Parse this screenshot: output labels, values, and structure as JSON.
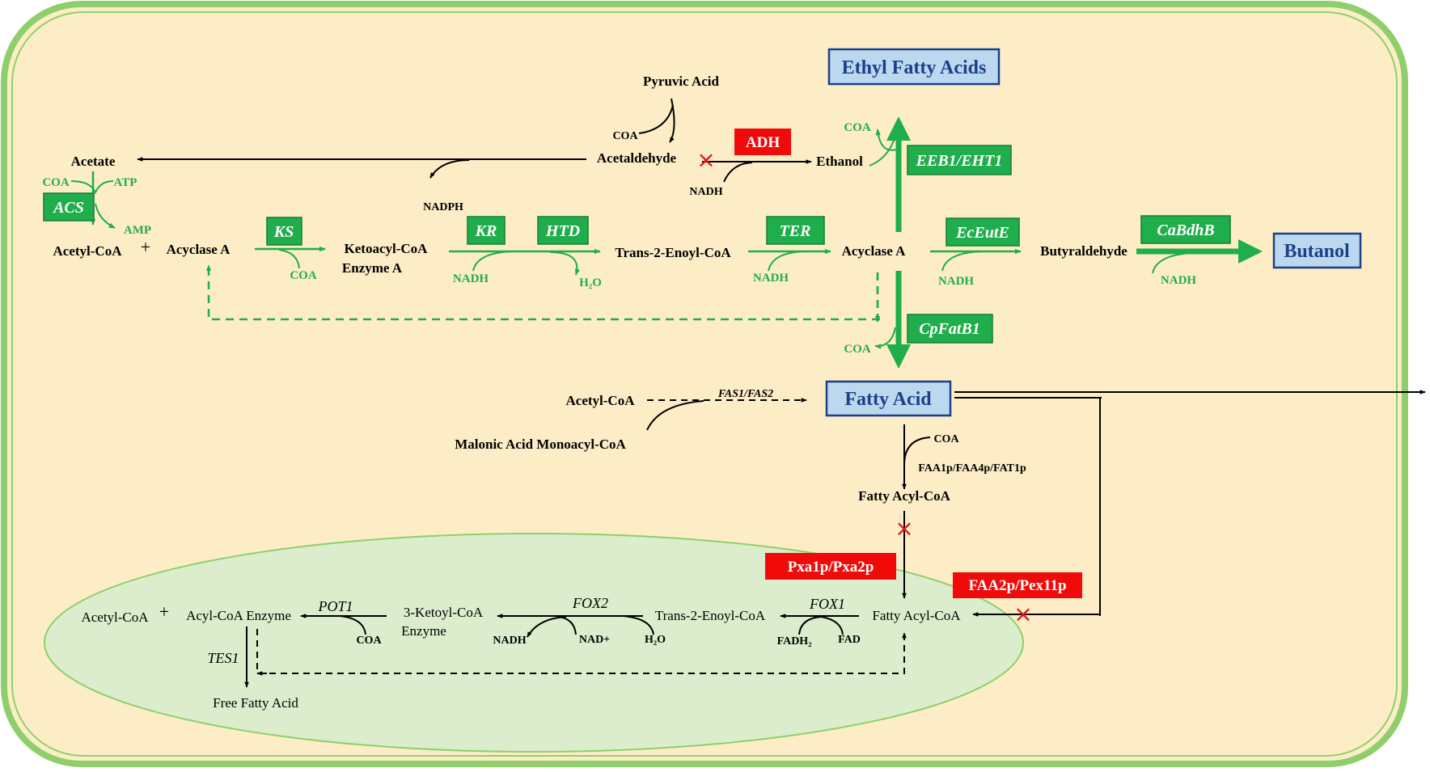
{
  "products": {
    "ethyl_fatty_acids": "Ethyl Fatty Acids",
    "butanol": "Butanol",
    "fatty_acid": "Fatty Acid"
  },
  "enzymes": {
    "acs": "ACS",
    "ks": "KS",
    "kr": "KR",
    "htd": "HTD",
    "ter": "TER",
    "ecEutE": "EcEutE",
    "caBdhB": "CaBdhB",
    "eeb1_eht1": "EEB1/EHT1",
    "cpFatB1": "CpFatB1",
    "adh": "ADH",
    "pxa": "Pxa1p/Pxa2p",
    "faa2_pex11": "FAA2p/Pex11p",
    "fas": "FAS1/FAS2",
    "faa1": "FAA1p/FAA4p/FAT1p",
    "pot1": "POT1",
    "fox2": "FOX2",
    "fox1": "FOX1",
    "tes1": "TES1"
  },
  "metabolites": {
    "pyruvic_acid": "Pyruvic Acid",
    "acetaldehyde": "Acetaldehyde",
    "acetate": "Acetate",
    "ethanol": "Ethanol",
    "acetyl_coa": "Acetyl-CoA",
    "acyclase_a_1": "Acyclase A",
    "ketoacyl_coa_1": "Ketoacyl-CoA",
    "ketoacyl_coa_2": "Enzyme A",
    "trans_enoyl": "Trans-2-Enoyl-CoA",
    "acyclase_a_2": "Acyclase A",
    "butyraldehyde": "Butyraldehyde",
    "acetyl_coa_2": "Acetyl-CoA",
    "malonic": "Malonic Acid Monoacyl-CoA",
    "fatty_acyl_coa": "Fatty Acyl-CoA",
    "fatty_acyl_coa_per": "Fatty Acyl-CoA",
    "trans_enoyl_per": "Trans-2-Enoyl-CoA",
    "ketoyl_coa_1": "3-Ketoyl-CoA",
    "ketoyl_coa_2": "Enzyme",
    "acyl_coa_enzyme": "Acyl-CoA Enzyme",
    "acetyl_coa_per": "Acetyl-CoA",
    "free_fatty_acid": "Free Fatty Acid"
  },
  "cofactors": {
    "coa_pyr": "COA",
    "nadph": "NADPH",
    "nadh_adh": "NADH",
    "coa_acs": "COA",
    "atp": "ATP",
    "amp": "AMP",
    "coa_ks": "COA",
    "nadh_kr": "NADH",
    "h2o_htd": "H₂O",
    "nadh_ter": "NADH",
    "coa_eeb": "COA",
    "nadh_ecEutE": "NADH",
    "nadh_caBdhB": "NADH",
    "coa_cpFatB1": "COA",
    "coa_faa": "COA",
    "coa_pot1": "COA",
    "nadh_fox2": "NADH",
    "nad_fox2": "NAD+",
    "h2o_fox2": "H₂O",
    "fadh2": "FADH₂",
    "fad": "FAD"
  },
  "symbols": {
    "plus": "+",
    "blocked": "×"
  },
  "colors": {
    "cell_fill": "#fdedc6",
    "cell_border": "#8fcf6b",
    "peroxisome_fill": "#dbedcc",
    "enzyme_green": "#1fae4b",
    "enzyme_red": "#f10a0a",
    "product_fill": "#bcd8ef",
    "product_text": "#1c3f8a"
  }
}
